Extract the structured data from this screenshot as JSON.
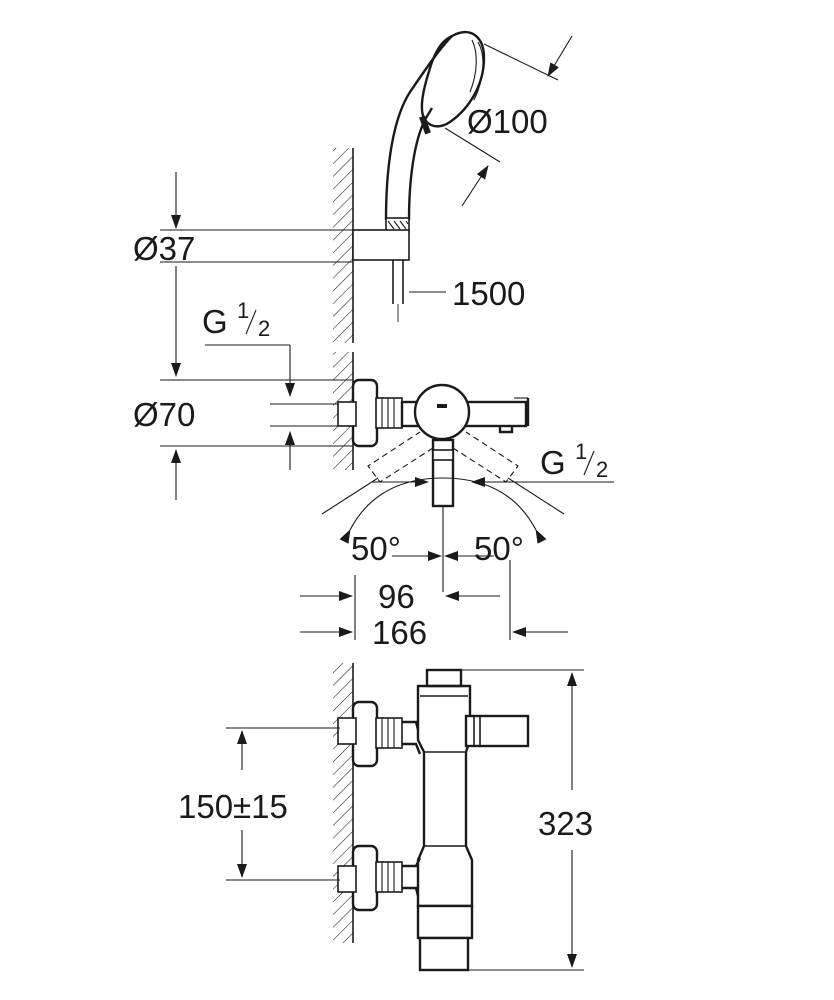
{
  "diagram": {
    "dimensions": {
      "handshower_diameter": "Ø100",
      "hose_length": "1500",
      "holder_diameter": "Ø37",
      "top_connection_thread": {
        "base": "G",
        "num": "1",
        "den": "2"
      },
      "escutcheon_diameter": "Ø70",
      "outlet_thread": {
        "base": "G",
        "num": "1",
        "den": "2"
      },
      "angle_left": "50°",
      "angle_right": "50°",
      "depth_short": "96",
      "depth_long": "166",
      "centres": "150±15",
      "overall_height": "323"
    }
  }
}
